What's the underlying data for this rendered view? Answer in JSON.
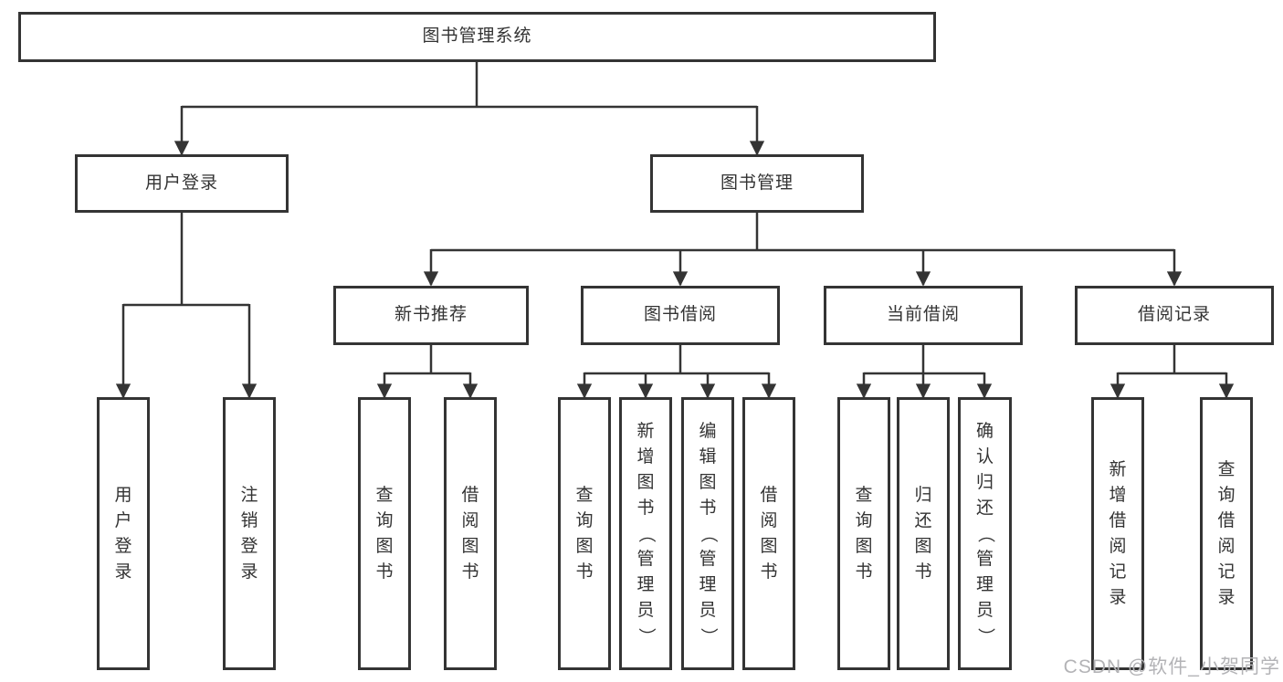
{
  "tree": {
    "root": {
      "label": "图书管理系统"
    },
    "branches": [
      {
        "label": "用户登录",
        "children": [
          {
            "label": "用户登录"
          },
          {
            "label": "注销登录"
          }
        ]
      },
      {
        "label": "图书管理",
        "children": [
          {
            "label": "新书推荐",
            "children": [
              {
                "label": "查询图书"
              },
              {
                "label": "借阅图书"
              }
            ]
          },
          {
            "label": "图书借阅",
            "children": [
              {
                "label": "查询图书"
              },
              {
                "label": "新增图书（管理员）"
              },
              {
                "label": "编辑图书（管理员）"
              },
              {
                "label": "借阅图书"
              }
            ]
          },
          {
            "label": "当前借阅",
            "children": [
              {
                "label": "查询图书"
              },
              {
                "label": "归还图书"
              },
              {
                "label": "确认归还（管理员）"
              }
            ]
          },
          {
            "label": "借阅记录",
            "children": [
              {
                "label": "新增借阅记录"
              },
              {
                "label": "查询借阅记录"
              }
            ]
          }
        ]
      }
    ]
  },
  "watermark": "CSDN @软件_小贺同学",
  "colors": {
    "line": "#343434",
    "text": "#333333",
    "watermark": "#b3b3b6",
    "background": "#ffffff"
  }
}
